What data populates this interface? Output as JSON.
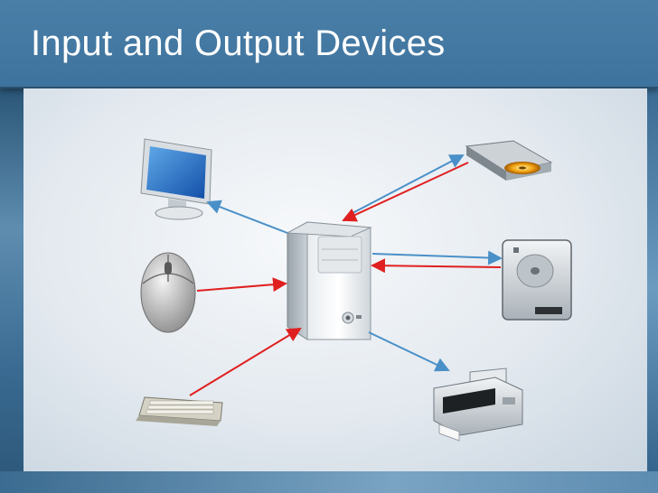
{
  "slide": {
    "title": "Input and Output Devices"
  },
  "colors": {
    "title_bar": "#3e739d",
    "output_arrow": "#4a90c8",
    "input_arrow": "#e02020"
  },
  "devices": {
    "center": "computer-tower",
    "inputs": [
      "mouse",
      "keyboard"
    ],
    "outputs": [
      "monitor",
      "printer"
    ],
    "input_output": [
      "optical-drive",
      "hard-drive"
    ]
  }
}
